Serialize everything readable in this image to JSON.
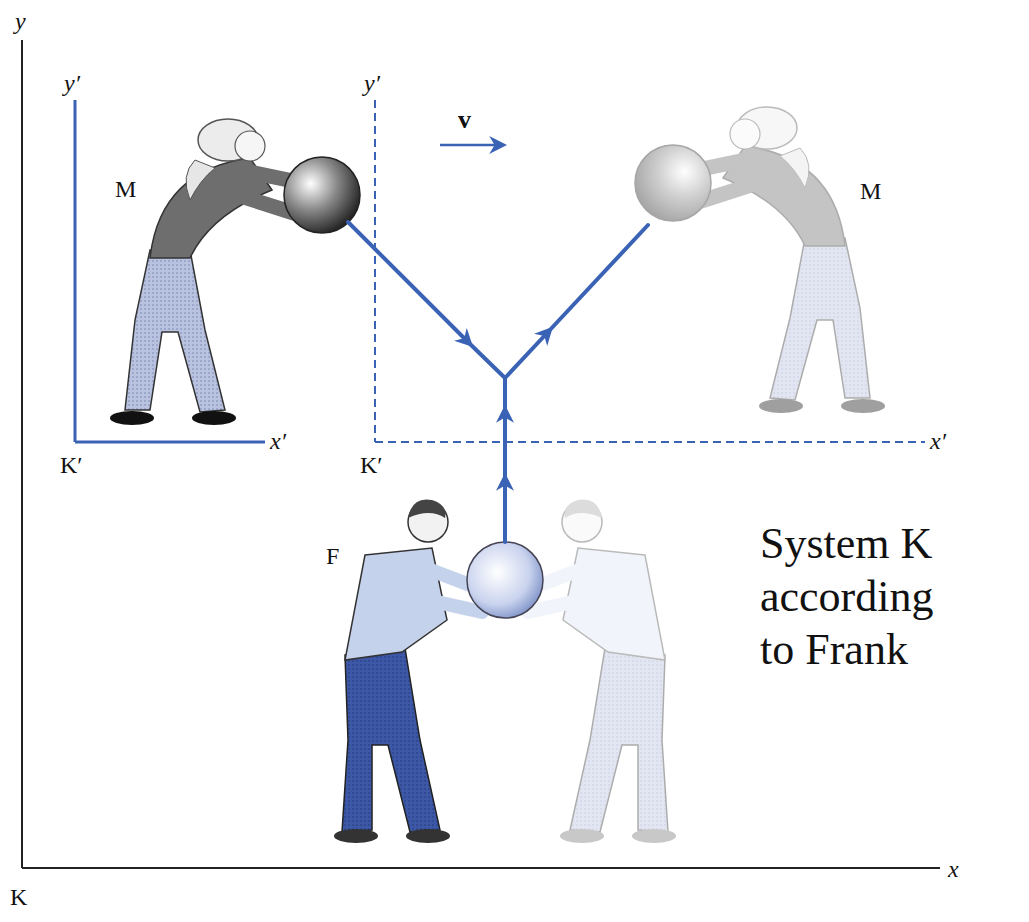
{
  "diagram": {
    "caption": "System K according to Frank",
    "labels": [
      "y",
      "y′",
      "y′",
      "v",
      "M",
      "M",
      "F",
      "K′",
      "x′",
      "K′",
      "x′",
      "x",
      "K"
    ]
  }
}
